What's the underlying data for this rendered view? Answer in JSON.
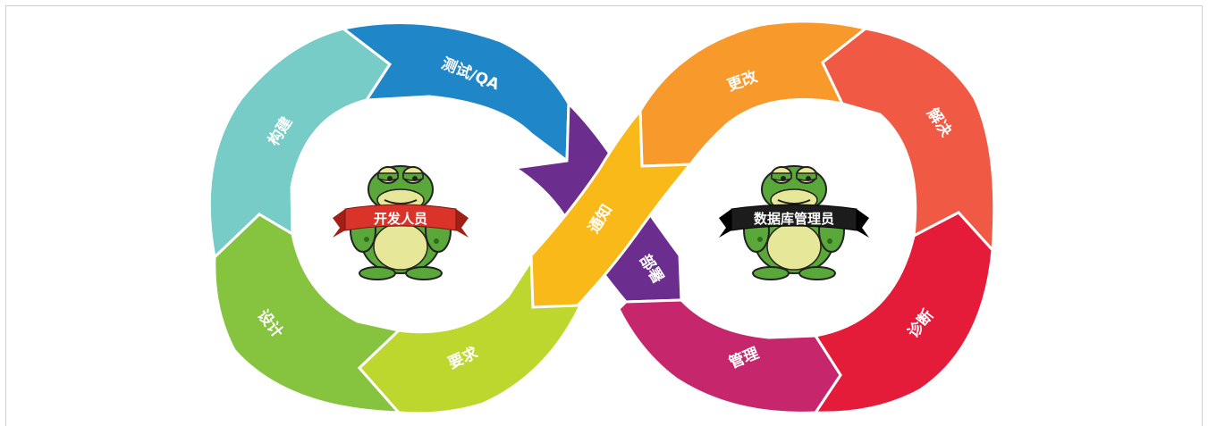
{
  "diagram": {
    "segments": [
      {
        "id": "build",
        "label": "构建",
        "color": "#77ccc8"
      },
      {
        "id": "test",
        "label": "测试/QA",
        "color": "#1f86c8"
      },
      {
        "id": "notify",
        "label": "通知",
        "color": "#f9b919"
      },
      {
        "id": "deploy",
        "label": "部署",
        "color": "#6b2e8e"
      },
      {
        "id": "change",
        "label": "更改",
        "color": "#f8992b"
      },
      {
        "id": "resolve",
        "label": "解决",
        "color": "#f05a45"
      },
      {
        "id": "diagnose",
        "label": "诊断",
        "color": "#e41c3a"
      },
      {
        "id": "manage",
        "label": "管理",
        "color": "#c6266b"
      },
      {
        "id": "requirements",
        "label": "要求",
        "color": "#bed72e"
      },
      {
        "id": "design",
        "label": "设计",
        "color": "#86c440"
      }
    ],
    "left_persona": {
      "label": "开发人员",
      "banner_color": "#d9332a",
      "icon": "toad-mascot"
    },
    "right_persona": {
      "label": "数据库管理员",
      "banner_color": "#1c1c1c",
      "icon": "toad-mascot"
    }
  }
}
